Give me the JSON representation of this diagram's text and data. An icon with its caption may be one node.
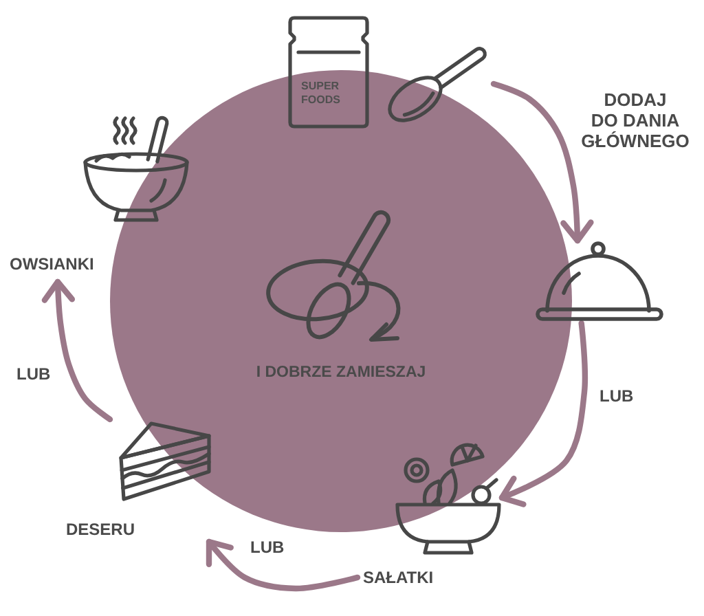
{
  "diagram": {
    "nodes": [
      {
        "text": [
          "SUPER FOODS"
        ]
      },
      {
        "text": [],
        "shape": "picture"
      },
      {
        "text": [],
        "shape": "picture"
      },
      {
        "text": [],
        "shape": "picture",
        "beside": [
          "SAŁATKI"
        ]
      },
      {
        "text": [],
        "shape": "picture",
        "beside": [
          "DESERU"
        ]
      },
      {
        "text": [],
        "shape": "picture",
        "beside": [
          "OWSIANKI"
        ]
      }
    ],
    "edges": [
      {
        "from": 1,
        "to": 2,
        "arrow": "to",
        "label": "DODAJ DO DANIA GŁÓWNEGO"
      },
      {
        "from": 2,
        "to": 3,
        "arrow": "to",
        "label": "LUB"
      },
      {
        "from": 3,
        "to": 4,
        "arrow": "to",
        "label": "LUB"
      },
      {
        "from": 4,
        "to": 5,
        "arrow": "to",
        "label": "LUB"
      }
    ],
    "labels": [
      "I DOBRZE ZAMIESZAJ"
    ]
  }
}
